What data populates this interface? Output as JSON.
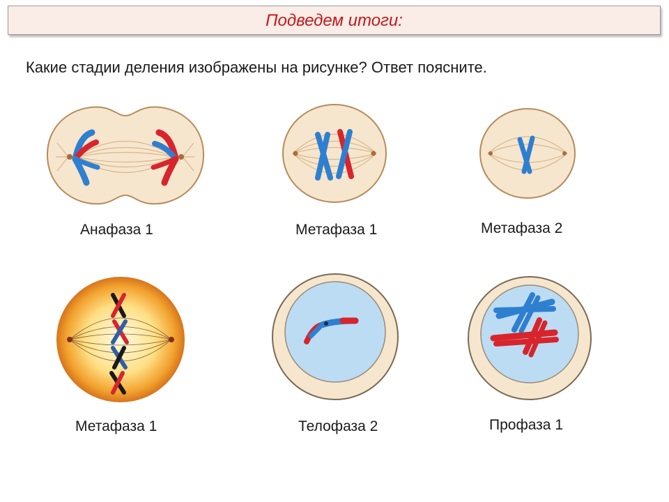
{
  "header": {
    "title": "Подведем итоги:"
  },
  "question": "Какие стадии деления изображены на рисунке? Ответ поясните.",
  "cells": [
    {
      "label": "Анафаза 1"
    },
    {
      "label": "Метафаза 1"
    },
    {
      "label": "Метафаза 2"
    },
    {
      "label": "Метафаза 1"
    },
    {
      "label": "Телофаза 2"
    },
    {
      "label": "Профаза 1"
    }
  ],
  "colors": {
    "title": "#c0191c",
    "cytoplasm": "#f6e6cd",
    "cell_outline": "#b58c5c",
    "chromosome_blue": "#2f7fd1",
    "chromosome_red": "#d8242c",
    "nucleus": "#bcdcf3"
  }
}
